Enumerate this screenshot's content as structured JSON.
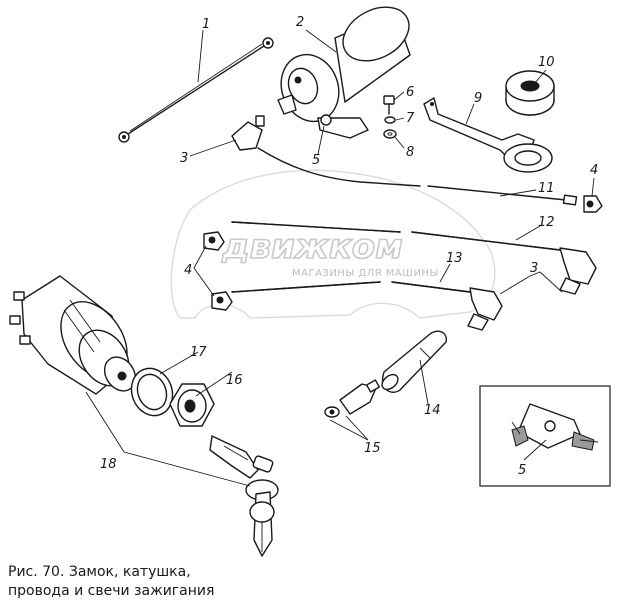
{
  "caption": {
    "line1": "Рис. 70. Замок, катушка,",
    "line2": "провода и свечи зажигания"
  },
  "watermark": {
    "brand": "движком",
    "tagline": "МАГАЗИНЫ ДЛЯ МАШИНЫ"
  },
  "callouts": {
    "c1": "1",
    "c2": "2",
    "c3a": "3",
    "c3b": "3",
    "c4a": "4",
    "c4b": "4",
    "c5a": "5",
    "c5b": "5",
    "c6": "6",
    "c7": "7",
    "c8": "8",
    "c9": "9",
    "c10": "10",
    "c11": "11",
    "c12": "12",
    "c13": "13",
    "c14": "14",
    "c15": "15",
    "c16": "16",
    "c17": "17",
    "c18": "18"
  },
  "colors": {
    "ink": "#1a1a1a",
    "watermark": "#c9c9c9",
    "background": "#ffffff"
  }
}
